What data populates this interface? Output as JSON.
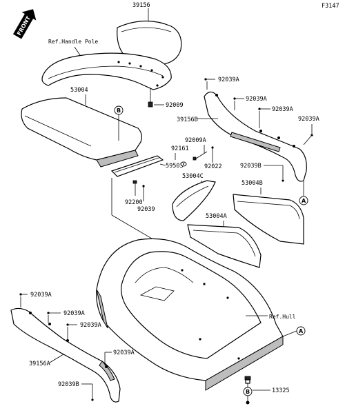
{
  "figure_id": "F3147",
  "front_label": "FRONT",
  "labels": {
    "p39156": "39156",
    "handle_pole": "Ref.Handle Pole",
    "p53004": "53004",
    "p92009": "92009",
    "p92039a_1": "92039A",
    "p92039a_2": "92039A",
    "p92039a_3": "92039A",
    "p92039a_4": "92039A",
    "p39156b": "39156B",
    "p92009a": "92009A",
    "p92161": "92161",
    "p92022": "92022",
    "p92039b_right": "92039B",
    "p59503": "59503",
    "p53004c": "53004C",
    "p53004b": "53004B",
    "p92200": "92200",
    "p92039": "92039",
    "p53004a": "53004A",
    "ref_hull": "Ref.Hull",
    "p92039a_l1": "92039A",
    "p92039a_l2": "92039A",
    "p92039a_l3": "92039A",
    "p39156a": "39156A",
    "p92039a_l4": "92039A",
    "p92039b_left": "92039B",
    "p13325": "13325"
  },
  "callouts": {
    "a_right": "A",
    "a_lower": "A",
    "b_upper": "B",
    "b_lower": "B"
  }
}
